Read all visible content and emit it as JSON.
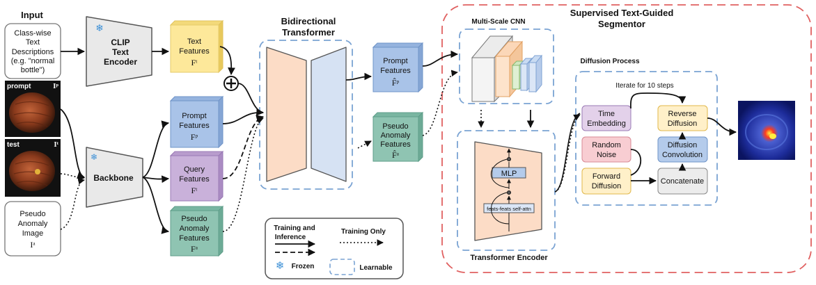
{
  "input": {
    "title": "Input",
    "text_desc": [
      "Class-wise",
      "Text",
      "Descriptions",
      "(e.g. \"normal",
      "bottle\")"
    ],
    "prompt_label": "prompt",
    "prompt_sym": "Iᵖ",
    "test_label": "test",
    "test_sym": "Iᵗ",
    "pseudo_img": [
      "Pseudo",
      "Anomaly",
      "Image"
    ],
    "pseudo_sym": "Iᵃ"
  },
  "clip": [
    "CLIP",
    "Text",
    "Encoder"
  ],
  "backbone": "Backbone",
  "features": {
    "text": [
      "Text",
      "Features"
    ],
    "text_sym": "Fᵗ",
    "prompt": [
      "Prompt",
      "Features"
    ],
    "prompt_sym": "Fᵖ",
    "query": [
      "Query",
      "Features"
    ],
    "query_sym": "Fᵗ",
    "pseudo": [
      "Pseudo",
      "Anomaly",
      "Features"
    ],
    "pseudo_sym": "Fᵃ"
  },
  "bidirectional": [
    "Bidirectional",
    "Transformer"
  ],
  "out_features": {
    "prompt": [
      "Prompt",
      "Features"
    ],
    "prompt_sym": "F̂ᵖ",
    "pseudo": [
      "Pseudo",
      "Anomaly",
      "Features"
    ],
    "pseudo_sym": "F̂ᵃ"
  },
  "segmentor": {
    "title": [
      "Supervised Text-Guided",
      "Segmentor"
    ],
    "cnn_title": "Multi-Scale CNN",
    "transformer_encoder": "Transformer Encoder",
    "mlp": "MLP",
    "self_attn": "feats-feats self-attn",
    "diffusion_title": "Diffusion Process",
    "iterate": "Iterate for 10 steps",
    "time_embedding": [
      "Time",
      "Embedding"
    ],
    "random_noise": [
      "Random",
      "Noise"
    ],
    "forward_diffusion": [
      "Forward",
      "Diffusion"
    ],
    "reverse_diffusion": [
      "Reverse",
      "Diffusion"
    ],
    "diffusion_conv": [
      "Diffusion",
      "Convolution"
    ],
    "concatenate": "Concatenate"
  },
  "legend": {
    "train_infer": [
      "Training and",
      "Inference"
    ],
    "train_only": "Training Only",
    "frozen": "Frozen",
    "learnable": "Learnable"
  },
  "colors": {
    "text_feat": "#fde89a",
    "prompt_feat": "#a9c3e8",
    "query_feat": "#c9b1da",
    "pseudo_feat": "#8fc4b2",
    "transformer_left": "#fcdcc6",
    "transformer_right": "#d6e2f3",
    "encoder_gray": "#e6e6e6",
    "time_emb": "#e3d1ea",
    "random_noise": "#f8cdd2",
    "forward_diff": "#fff0c9",
    "diffusion_conv": "#b4cbeb",
    "red_dash": "#e06060",
    "blue_dash": "#7aa3d3"
  }
}
